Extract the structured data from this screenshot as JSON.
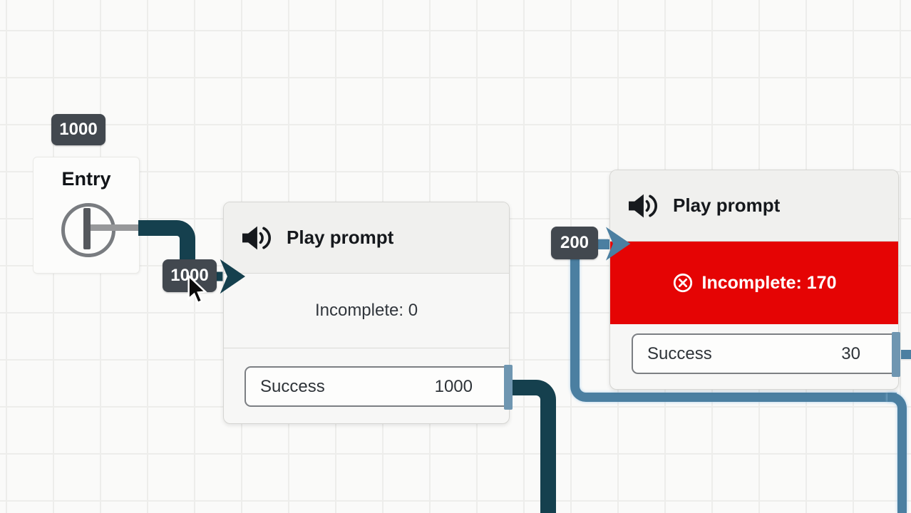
{
  "colors": {
    "edge_teal": "#15404e",
    "edge_blue": "#4b7fa1",
    "badge_bg": "#42484f",
    "error_red": "#e50404",
    "node_header_bg": "#f0f0ee",
    "node_body_bg": "#f7f7f6",
    "canvas_bg": "#fafaf9",
    "grid_line": "#ededeb"
  },
  "entry": {
    "count_badge": "1000",
    "title": "Entry"
  },
  "edges": {
    "to_node1": {
      "label": "1000"
    },
    "to_node2": {
      "label": "200"
    }
  },
  "node1": {
    "title": "Play prompt",
    "status_text": "Incomplete: 0",
    "branch_label": "Success",
    "branch_count": "1000"
  },
  "node2": {
    "title": "Play prompt",
    "error_text": "Incomplete: 170",
    "branch_label": "Success",
    "branch_count": "30"
  }
}
